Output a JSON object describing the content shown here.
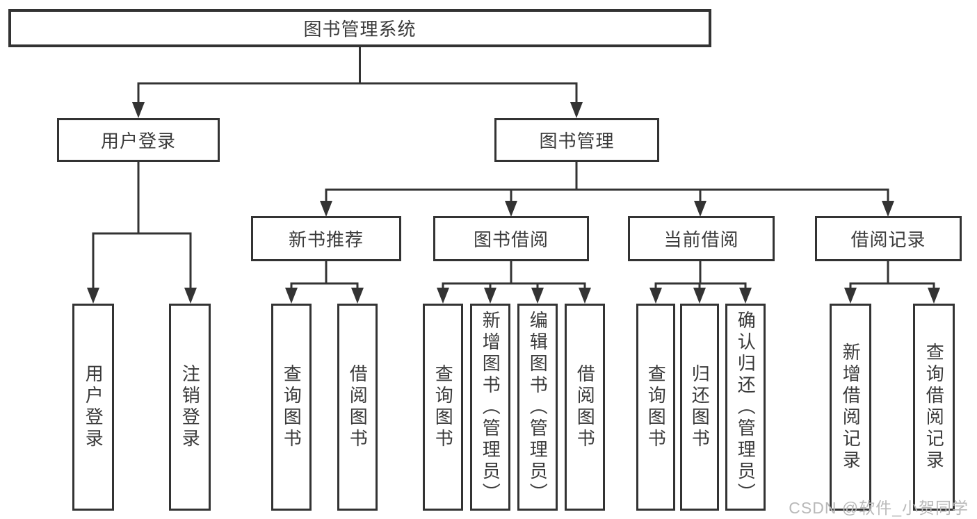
{
  "diagram": {
    "root_label": "图书管理系统",
    "branches": {
      "user_login": {
        "label": "用户登录",
        "children": [
          "用户登录",
          "注销登录"
        ]
      },
      "book_mgmt": {
        "label": "图书管理",
        "groups": [
          {
            "label": "新书推荐",
            "children": [
              "查询图书",
              "借阅图书"
            ]
          },
          {
            "label": "图书借阅",
            "children": [
              "查询图书",
              "新增图书（管理员）",
              "编辑图书（管理员）",
              "借阅图书"
            ]
          },
          {
            "label": "当前借阅",
            "children": [
              "查询图书",
              "归还图书",
              "确认归还（管理员）"
            ]
          },
          {
            "label": "借阅记录",
            "children": [
              "新增借阅记录",
              "查询借阅记录"
            ]
          }
        ]
      }
    }
  },
  "watermark": {
    "text": "CSDN @软件_小贺同学"
  },
  "colors": {
    "line": "#333333",
    "box_border": "#333333",
    "box_fill": "#ffffff",
    "text": "#3a3a3a",
    "watermark_text": "#b9b9b9",
    "background": "#ffffff"
  }
}
